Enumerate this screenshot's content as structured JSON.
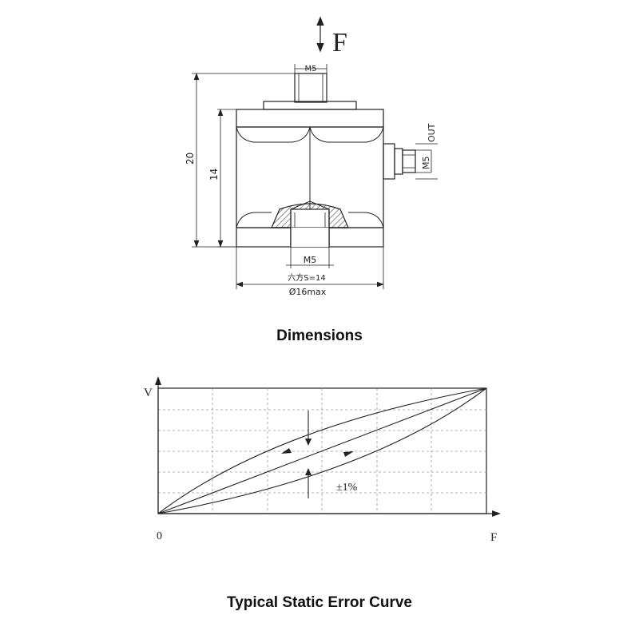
{
  "dimensions": {
    "caption": "Dimensions",
    "force_label": "F",
    "top_thread_label": "M5",
    "out_label": "OUT",
    "side_thread_label": "M5",
    "overall_height": "20",
    "body_height": "14",
    "bottom_thread_label": "M5",
    "hex_label": "六方S=14",
    "diameter_label": "Ø16max"
  },
  "curve": {
    "caption": "Typical Static Error Curve",
    "y_axis_label": "V",
    "x_axis_label": "F",
    "origin_label": "0",
    "error_label": "±1%"
  },
  "colors": {
    "line": "#222222",
    "grid": "#999999",
    "hatch": "#444444"
  }
}
